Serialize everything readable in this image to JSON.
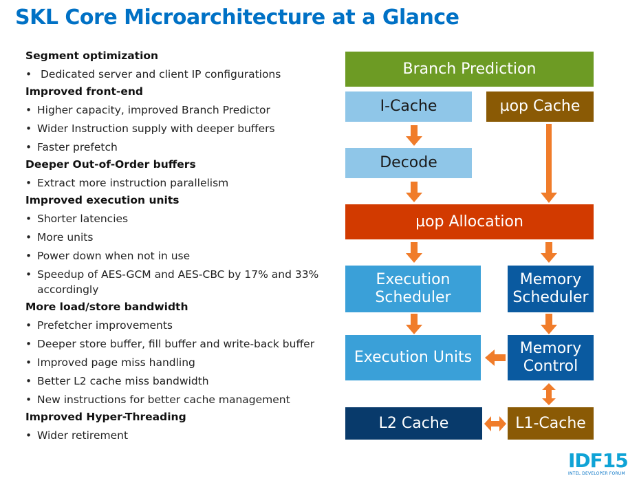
{
  "title": "SKL Core Microarchitecture at a Glance",
  "sections": [
    {
      "heading": "Segment optimization",
      "bullets": [
        "Dedicated server and client IP configurations"
      ]
    },
    {
      "heading": "Improved front-end",
      "bullets": [
        "Higher capacity, improved Branch Predictor",
        "Wider Instruction supply with deeper buffers",
        "Faster prefetch"
      ]
    },
    {
      "heading": "Deeper Out-of-Order buffers",
      "bullets": [
        "Extract more instruction parallelism"
      ]
    },
    {
      "heading": "Improved execution units",
      "bullets": [
        "Shorter latencies",
        "More units",
        "Power down when not in use",
        "Speedup of AES-GCM and AES-CBC  by 17% and 33% accordingly"
      ]
    },
    {
      "heading": "More load/store bandwidth",
      "bullets": [
        "Prefetcher improvements",
        "Deeper store buffer, fill buffer and write-back buffer",
        "Improved page miss handling",
        "Better L2 cache miss bandwidth",
        "New instructions for better cache management"
      ]
    },
    {
      "heading": "Improved Hyper-Threading",
      "bullets": [
        "Wider retirement"
      ]
    }
  ],
  "diagram": {
    "branch_prediction": "Branch Prediction",
    "i_cache": "I-Cache",
    "uop_cache": "µop Cache",
    "decode": "Decode",
    "uop_allocation": "µop Allocation",
    "execution_scheduler": "Execution Scheduler",
    "memory_scheduler": "Memory Scheduler",
    "execution_units": "Execution Units",
    "memory_control": "Memory Control",
    "l2_cache": "L2 Cache",
    "l1_cache": "L1-Cache"
  },
  "colors": {
    "title": "#0071c5",
    "branch": "#6d9b24",
    "light_blue": "#8fc6e8",
    "brown": "#8a5a05",
    "allocation": "#d23a00",
    "exec_blue": "#3aa0d8",
    "mem_blue": "#0a5aa0",
    "dark_navy": "#083a6b",
    "arrow": "#f07c2a"
  },
  "logo": {
    "text": "IDF15",
    "subtitle": "INTEL DEVELOPER FORUM"
  }
}
